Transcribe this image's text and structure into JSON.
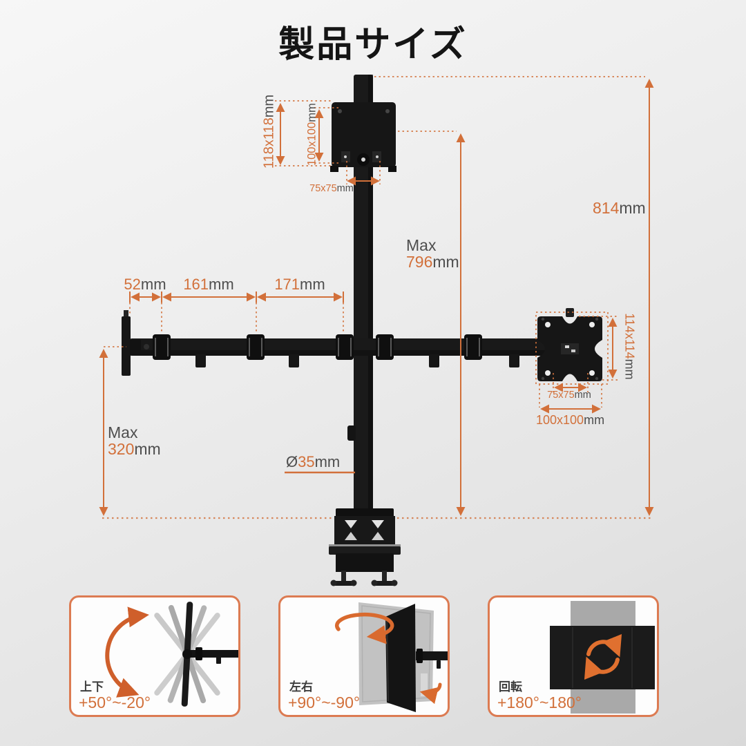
{
  "title": "製品サイズ",
  "colors": {
    "accent": "#d2703a",
    "unit_gray": "#4e4e4e",
    "panel_border": "#dc7b52",
    "hardware_black": "#161616"
  },
  "diagram": {
    "top_plate": {
      "outer": {
        "value": "118x118",
        "unit": "mm"
      },
      "vesa": {
        "value": "100x100",
        "unit": "mm"
      },
      "small": {
        "value": "75x75",
        "unit": "mm"
      }
    },
    "pole": {
      "max_height": {
        "prefix": "Max",
        "value": "796",
        "unit": "mm"
      },
      "total_height": {
        "value": "814",
        "unit": "mm"
      },
      "diameter": {
        "prefix": "Ø",
        "value": "35",
        "unit": "mm"
      }
    },
    "arm": {
      "seg1": {
        "value": "52",
        "unit": "mm"
      },
      "seg2": {
        "value": "161",
        "unit": "mm"
      },
      "seg3": {
        "value": "171",
        "unit": "mm"
      },
      "below_max": {
        "prefix": "Max",
        "value": "320",
        "unit": "mm"
      }
    },
    "right_plate": {
      "outer": {
        "value": "114x114",
        "unit": "mm"
      },
      "small": {
        "value": "75x75",
        "unit": "mm"
      },
      "vesa": {
        "value": "100x100",
        "unit": "mm"
      }
    }
  },
  "features": [
    {
      "label": "上下",
      "range": "+50°~-20°"
    },
    {
      "label": "左右",
      "range": "+90°~-90°"
    },
    {
      "label": "回転",
      "range": "+180°~180°"
    }
  ]
}
